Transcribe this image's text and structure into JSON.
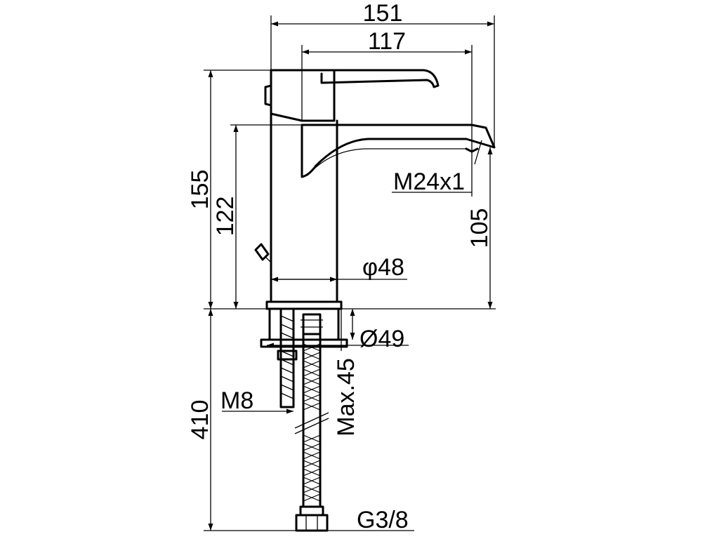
{
  "diagram": {
    "dimensions": {
      "total_length": "151",
      "spout_length": "117",
      "total_height": "155",
      "body_height": "122",
      "spout_height": "105",
      "aerator_thread": "M24x1",
      "body_diameter": "φ48",
      "base_diameter": "Ø49",
      "max_deck_thickness": "Max.45",
      "stud_thread": "M8",
      "hose_length": "410",
      "hose_connection": "G3/8"
    },
    "colors": {
      "line": "#000000",
      "background": "#ffffff"
    }
  }
}
